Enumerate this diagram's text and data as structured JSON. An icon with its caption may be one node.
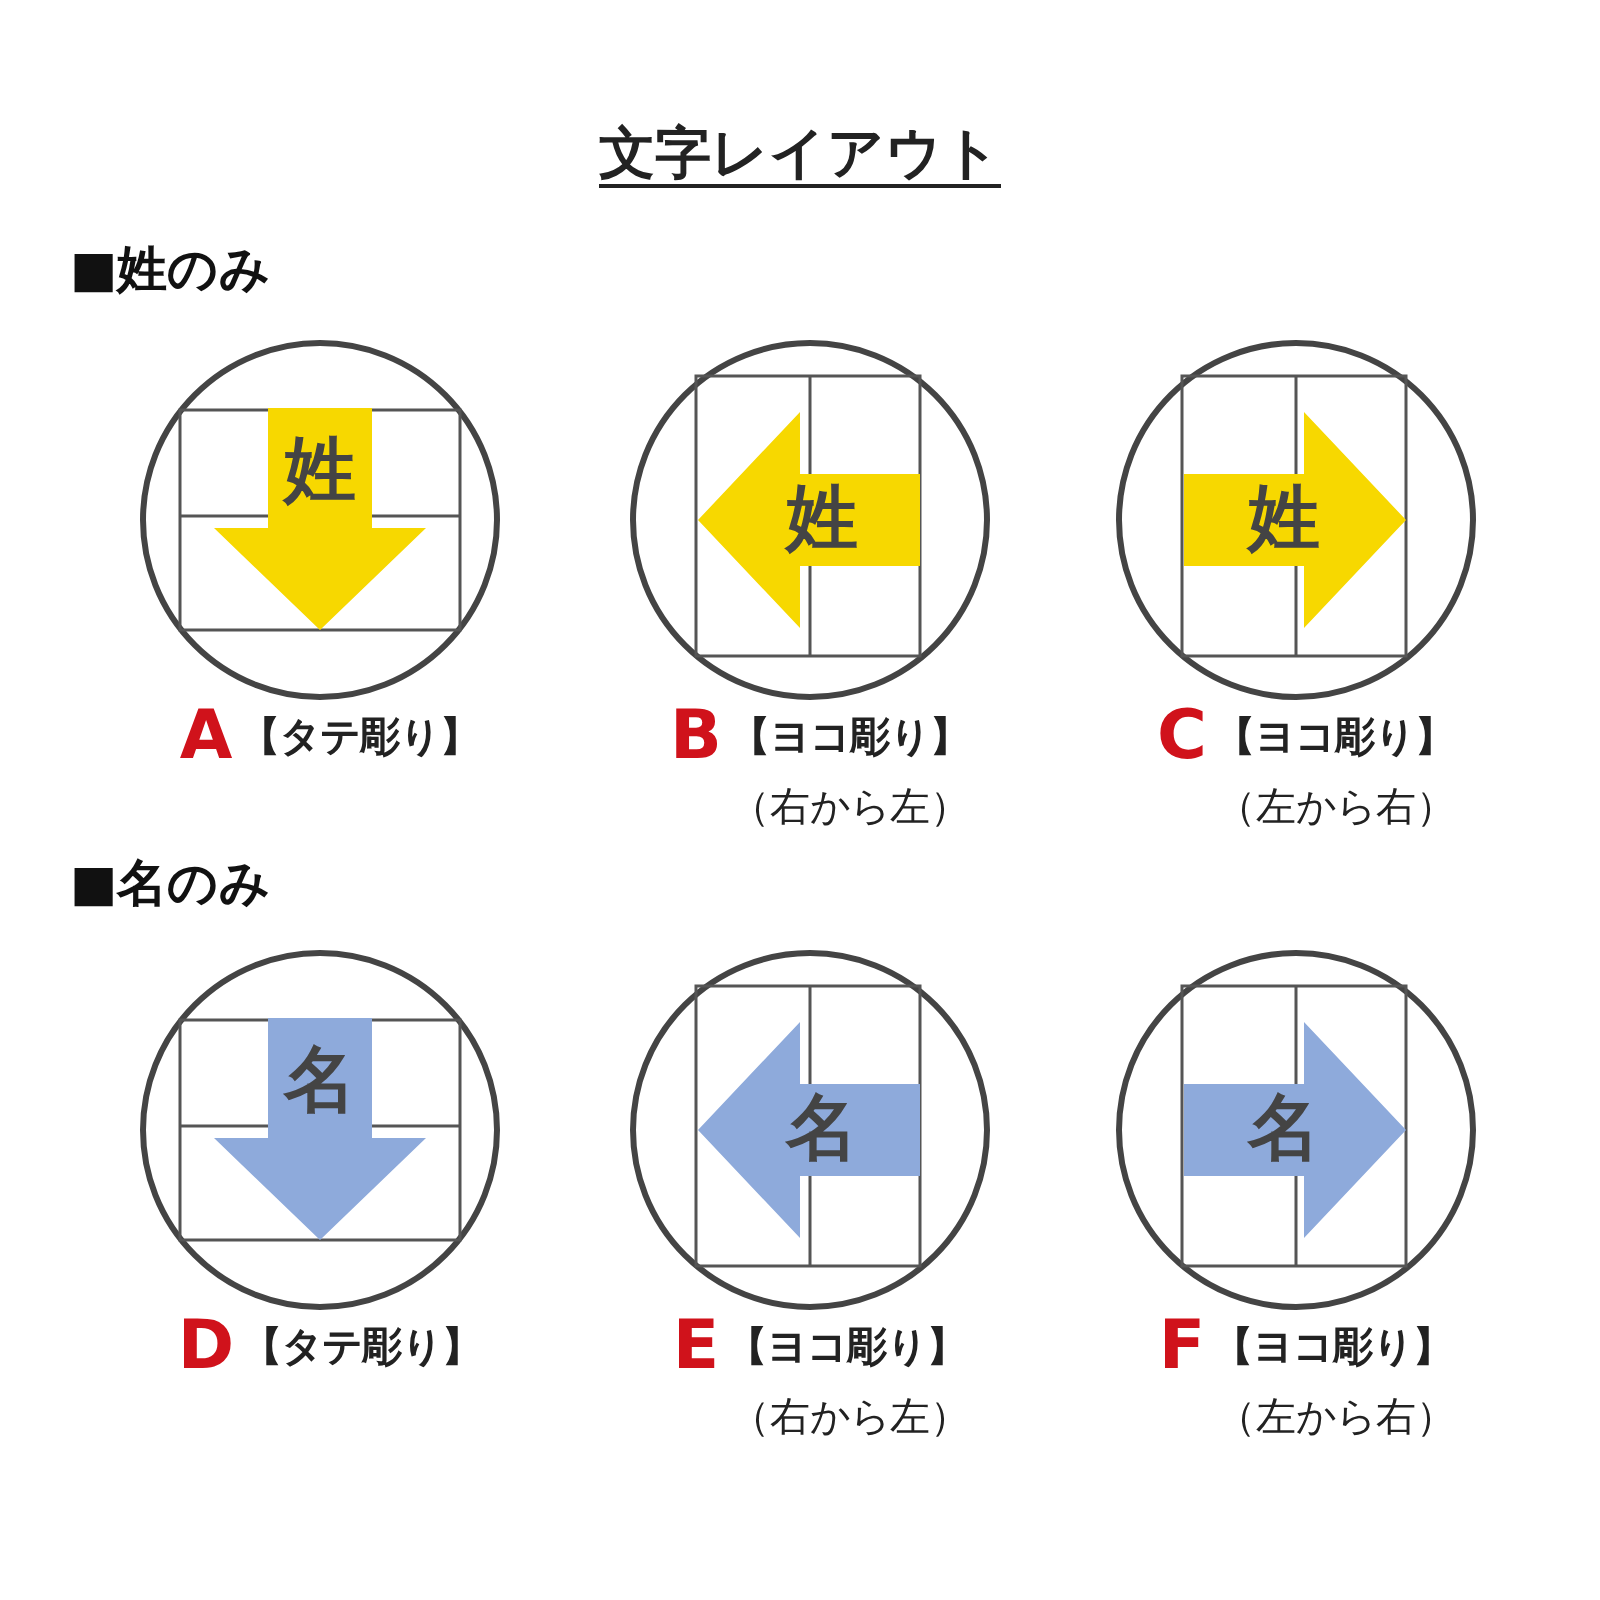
{
  "diagram": {
    "title": "文字レイアウト",
    "nodes": [
      {
        "text": [],
        "shape": "circle",
        "beside": [
          "A",
          "【タテ彫り】"
        ]
      },
      {
        "text": [
          "姓"
        ],
        "in": 0
      },
      {
        "text": [],
        "shape": "circle",
        "beside": [
          "B",
          "【ヨコ彫り】",
          "（右から左）"
        ]
      },
      {
        "text": [
          "姓"
        ],
        "in": 2
      },
      {
        "text": [],
        "shape": "circle",
        "beside": [
          "C",
          "【ヨコ彫り】",
          "（左から右）"
        ]
      },
      {
        "text": [
          "姓"
        ],
        "in": 4
      },
      {
        "text": [],
        "shape": "circle",
        "beside": [
          "D",
          "【タテ彫り】"
        ]
      },
      {
        "text": [
          "名"
        ],
        "in": 6
      },
      {
        "text": [],
        "shape": "circle",
        "beside": [
          "E",
          "【ヨコ彫り】",
          "（右から左）"
        ]
      },
      {
        "text": [
          "名"
        ],
        "in": 8
      },
      {
        "text": [],
        "shape": "circle",
        "beside": [
          "F",
          "【ヨコ彫り】",
          "（左から右）"
        ]
      },
      {
        "text": [
          "名"
        ],
        "in": 10
      }
    ],
    "labels": [
      "■姓のみ",
      "■名のみ"
    ]
  }
}
